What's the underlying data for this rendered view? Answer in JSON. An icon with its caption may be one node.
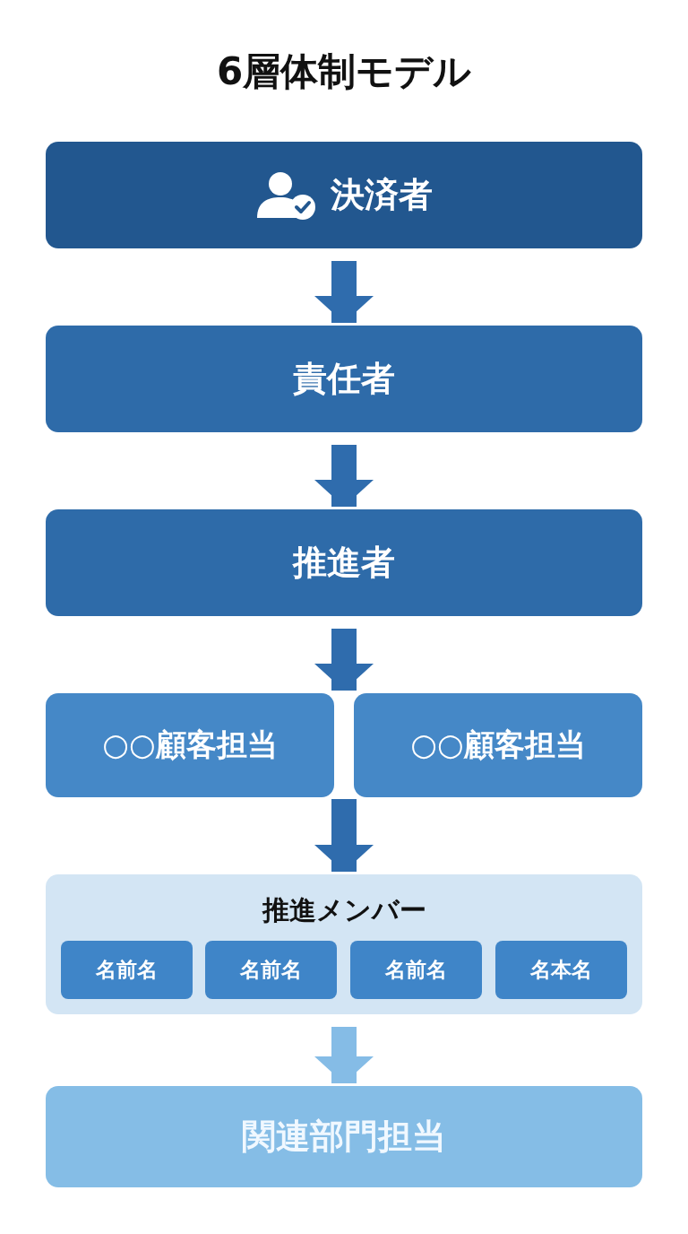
{
  "diagram": {
    "title": "6層体制モデル",
    "nodes": [
      {
        "text": [
          "決済者"
        ]
      },
      {
        "text": [
          "責任者"
        ]
      },
      {
        "text": [
          "推進者"
        ]
      },
      {
        "text": [
          "○○顧客担当"
        ]
      },
      {
        "text": [
          "○○顧客担当"
        ]
      },
      {
        "text": [
          "推進メンバー"
        ]
      },
      {
        "text": [
          "名前名"
        ],
        "in": 5
      },
      {
        "text": [
          "名前名"
        ],
        "in": 5
      },
      {
        "text": [
          "名前名"
        ],
        "in": 5
      },
      {
        "text": [
          "名本名"
        ],
        "in": 5
      },
      {
        "text": [
          "関連部門担当"
        ]
      }
    ],
    "edges": [
      {
        "from": 0,
        "to": 1,
        "arrow": "to"
      },
      {
        "from": 1,
        "to": 2,
        "arrow": "to"
      },
      {
        "from": 2,
        "to": 3,
        "arrow": "to"
      },
      {
        "from": 2,
        "to": 4,
        "arrow": "to"
      },
      {
        "from": 3,
        "to": 5,
        "arrow": "to"
      },
      {
        "from": 4,
        "to": 5,
        "arrow": "to"
      },
      {
        "from": 5,
        "to": 10,
        "arrow": "to",
        "color": "#85bce6"
      }
    ]
  }
}
